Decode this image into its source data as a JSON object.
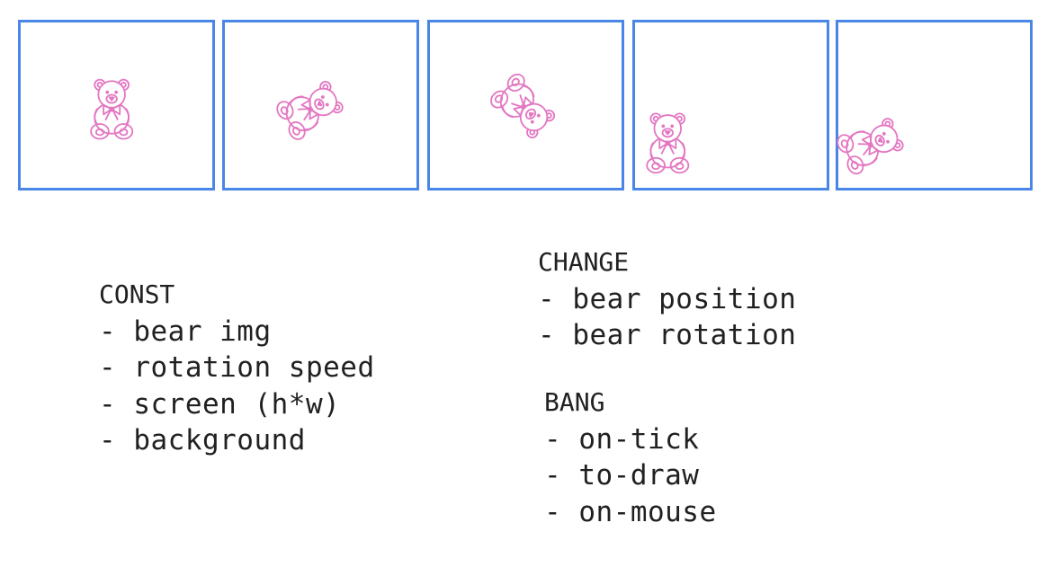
{
  "accent_color": "#4a86e8",
  "bear_color": "#e377c2",
  "frames": [
    {
      "icon": "teddy-bear-icon",
      "rotation_deg": 0
    },
    {
      "icon": "teddy-bear-icon",
      "rotation_deg": 60
    },
    {
      "icon": "teddy-bear-icon",
      "rotation_deg": 135
    },
    {
      "icon": "teddy-bear-icon",
      "rotation_deg": 0
    },
    {
      "icon": "teddy-bear-icon",
      "rotation_deg": 65
    }
  ],
  "const": {
    "title": "CONST",
    "items": [
      "- bear img",
      "- rotation speed",
      "- screen (h*w)",
      "- background"
    ]
  },
  "change": {
    "title": "CHANGE",
    "items": [
      "- bear position",
      "- bear rotation"
    ]
  },
  "bang": {
    "title": "BANG",
    "items": [
      "- on-tick",
      "- to-draw",
      "- on-mouse"
    ]
  }
}
